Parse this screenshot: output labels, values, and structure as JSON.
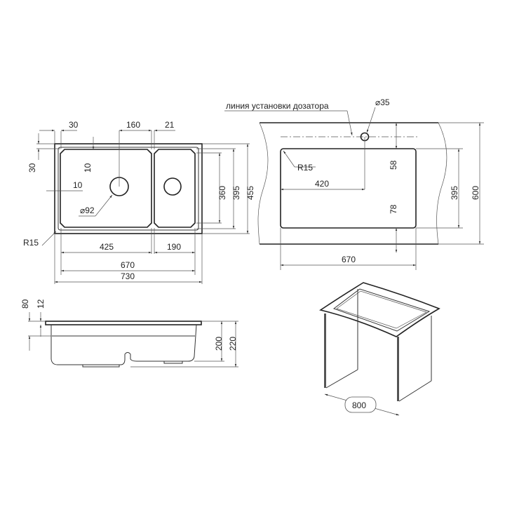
{
  "top_view": {
    "dims": {
      "rim_left": "30",
      "drain_offset": "160",
      "divider": "21",
      "rim_top": "30",
      "bowl_inset_top": "10",
      "bowl_inset_left": "10",
      "drain_diameter": "⌀92",
      "corner_radius": "R15",
      "left_bowl_width": "425",
      "right_bowl_width": "190",
      "inner_width": "670",
      "outer_width": "730",
      "bowl_depth": "360",
      "inner_depth": "395",
      "outer_depth": "455"
    }
  },
  "cutout_view": {
    "dispenser_label": "линия установки дозатора",
    "dispenser_hole": "⌀35",
    "dims": {
      "corner_radius": "R15",
      "hole_offset": "420",
      "top_gap": "58",
      "bottom_gap": "78",
      "cutout_depth": "395",
      "counter_depth": "600",
      "cutout_width": "670"
    }
  },
  "side_view": {
    "dims": {
      "total": "80",
      "rim": "12",
      "bowl_height": "200",
      "overall_height": "220"
    }
  },
  "cabinet_view": {
    "dims": {
      "min_cabinet": "800"
    }
  }
}
